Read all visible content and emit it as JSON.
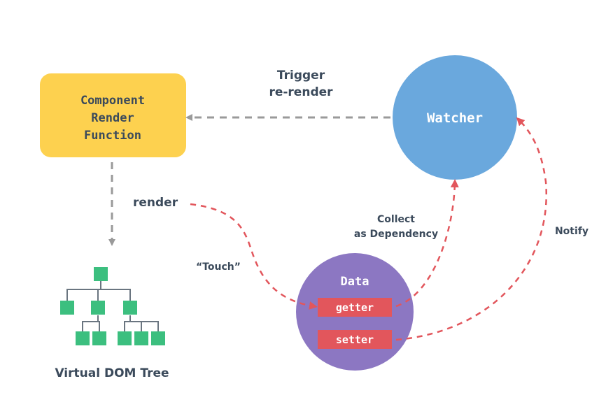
{
  "component_box": {
    "lines": [
      "Component",
      "Render",
      "Function"
    ]
  },
  "watcher": {
    "label": "Watcher"
  },
  "data_node": {
    "label": "Data",
    "getter": "getter",
    "setter": "setter"
  },
  "labels": {
    "trigger_line1": "Trigger",
    "trigger_line2": "re-render",
    "render": "render",
    "touch": "“Touch”",
    "collect_line1": "Collect",
    "collect_line2": "as Dependency",
    "notify": "Notify",
    "vdom_tree": "Virtual DOM Tree"
  },
  "colors": {
    "component_fill": "#fdd14f",
    "component_text": "#3b4a5b",
    "watcher_fill": "#6aa8dd",
    "data_fill": "#8c77c2",
    "pill_fill": "#e2565c",
    "arrow_gray": "#9a9a9a",
    "arrow_red": "#e2565c",
    "tree_green": "#3cbf7f",
    "tree_line": "#6a7580",
    "text_dark": "#3b4a5b"
  }
}
